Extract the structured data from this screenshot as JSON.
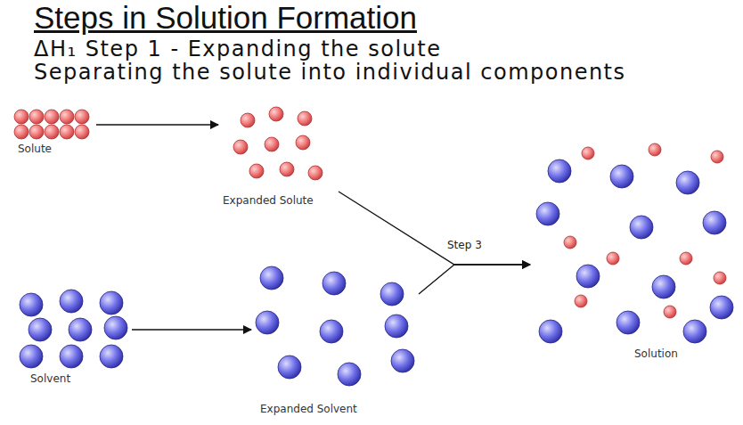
{
  "diagram": {
    "title": "Steps in Solution Formation",
    "nodes": [
      {
        "text": [
          "Solute"
        ]
      },
      {
        "text": [
          "Expanded Solute"
        ]
      },
      {
        "text": [
          "Solvent"
        ]
      },
      {
        "text": [
          "Expanded Solvent"
        ]
      },
      {
        "text": [
          "Solution"
        ]
      }
    ],
    "edges": [
      {
        "from": 0,
        "to": 1,
        "arrow": "to"
      },
      {
        "from": 2,
        "to": 3,
        "arrow": "to"
      },
      {
        "from": 1,
        "to": 4,
        "label": "Step 3",
        "arrow": "to"
      },
      {
        "from": 3,
        "to": 4,
        "arrow": "to"
      }
    ],
    "labels": [
      "ΔH₁ Step 1 - Expanding the solute",
      "Separating the solute into individual components"
    ]
  }
}
